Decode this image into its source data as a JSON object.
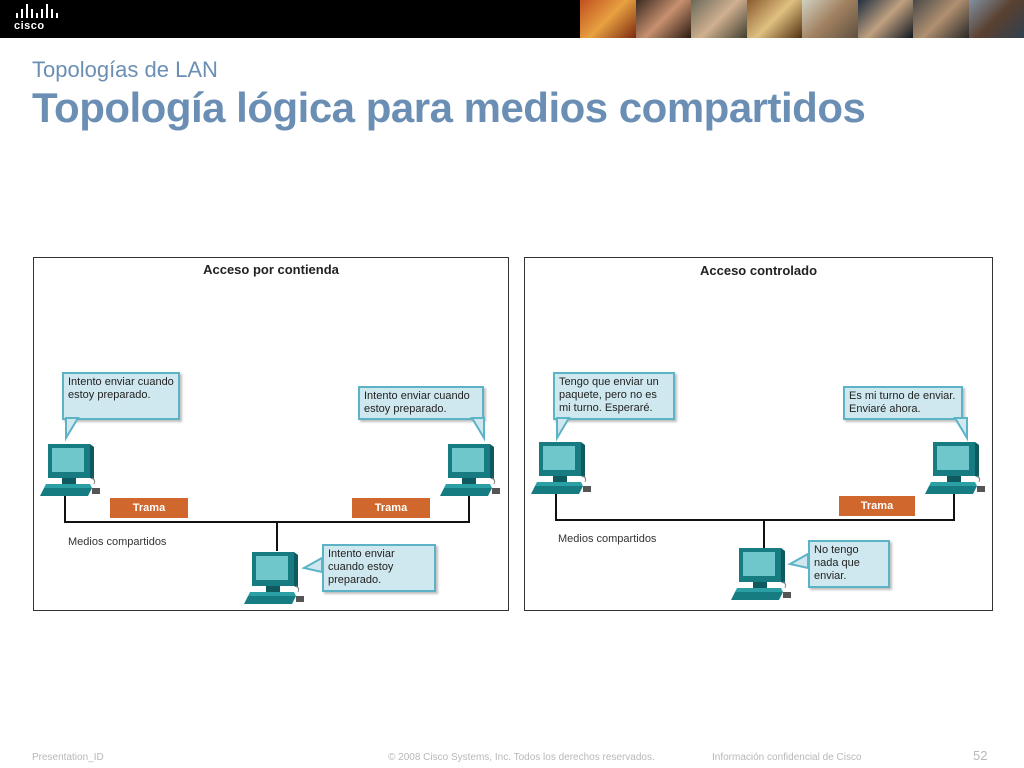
{
  "header": {
    "logo_text": "cisco"
  },
  "slide": {
    "subtitle": "Topologías de LAN",
    "title": "Topología lógica para medios compartidos"
  },
  "panels": [
    {
      "title": "Acceso por contienda",
      "bubbles": [
        "Intento enviar cuando estoy preparado.",
        "Intento enviar cuando estoy preparado.",
        "Intento enviar cuando estoy preparado."
      ],
      "frames": [
        "Trama",
        "Trama"
      ],
      "media_label": "Medios compartidos"
    },
    {
      "title": "Acceso controlado",
      "bubbles": [
        "Tengo que enviar un paquete, pero no es mi turno. Esperaré.",
        "Es mi turno de enviar. Enviaré ahora.",
        "No tengo nada que enviar."
      ],
      "frames": [
        "Trama"
      ],
      "media_label": "Medios compartidos"
    }
  ],
  "footer": {
    "presentation_id": "Presentation_ID",
    "copyright": "© 2008 Cisco Systems, Inc. Todos los derechos reservados.",
    "confidential": "Información confidencial de Cisco",
    "page_number": "52"
  },
  "colors": {
    "title": "#6b8fb4",
    "bubble_fill": "#cfe8ef",
    "bubble_border": "#5db3c6",
    "frame": "#d0672d",
    "computer": "#1a8a8f"
  }
}
